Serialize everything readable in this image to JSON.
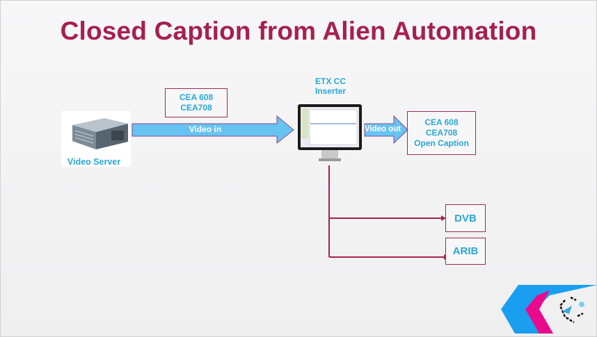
{
  "title": "Closed Caption from Alien Automation",
  "video_server": {
    "label": "Video Server",
    "icon": "server-icon"
  },
  "input_box": {
    "lines": [
      "CEA 608",
      "CEA708"
    ]
  },
  "video_in_arrow": {
    "label": "Video in"
  },
  "inserter": {
    "lines": [
      "ETX CC",
      "Inserter"
    ],
    "icon": "monitor-icon"
  },
  "video_out_arrow": {
    "label": "Video out"
  },
  "output_box": {
    "lines": [
      "CEA 608",
      "CEA708",
      "Open Caption"
    ]
  },
  "outputs": [
    {
      "label": "DVB"
    },
    {
      "label": "ARIB"
    }
  ],
  "colors": {
    "accent": "#a6204f",
    "text_blue": "#2aa6d6",
    "arrow_fill": "#66c3f2",
    "logo_blue": "#1a9ef0",
    "logo_pink": "#ea0a8c"
  }
}
